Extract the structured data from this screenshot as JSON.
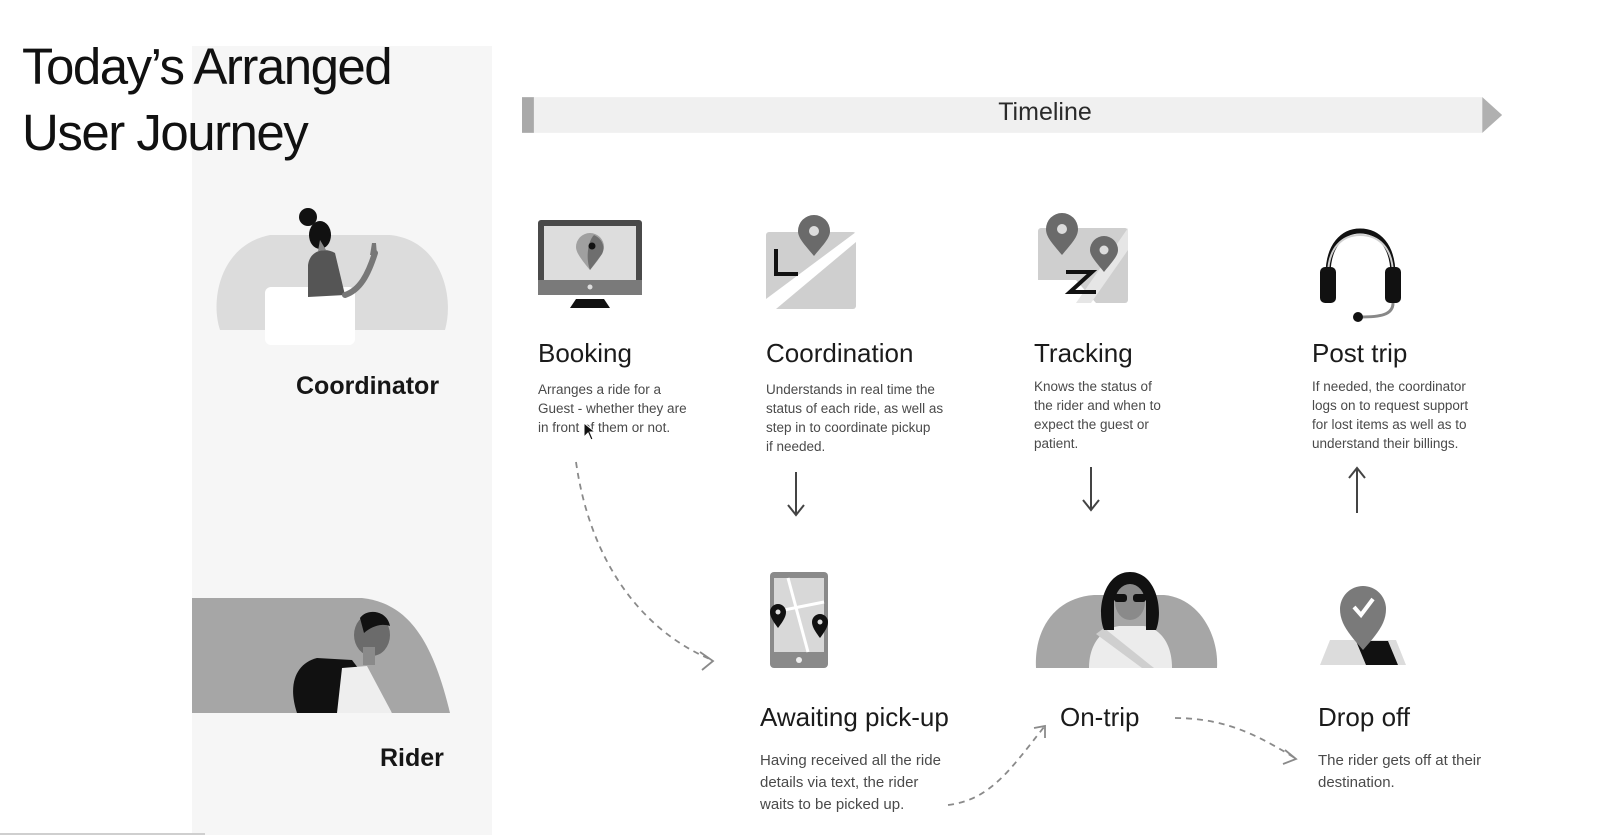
{
  "slide": {
    "title_line1": "Today’s Arranged",
    "title_line2": "User Journey"
  },
  "roles": {
    "coordinator": "Coordinator",
    "rider": "Rider"
  },
  "timeline": {
    "label": "Timeline"
  },
  "steps": {
    "booking": {
      "title": "Booking",
      "desc": [
        "Arranges a ride for a",
        "Guest - whether they are",
        "in front of them or not."
      ]
    },
    "coordination": {
      "title": "Coordination",
      "desc": [
        "Understands in real time the",
        "status of each ride, as well as",
        "step in to coordinate pickup",
        "if needed."
      ]
    },
    "tracking": {
      "title": "Tracking",
      "desc": [
        "Knows the status of",
        "the rider and when to",
        "expect the guest or",
        "patient."
      ]
    },
    "post_trip": {
      "title": "Post trip",
      "desc": [
        "If needed, the coordinator",
        "logs on to request support",
        "for lost items as well as to",
        "understand their billings."
      ]
    },
    "awaiting": {
      "title": "Awaiting pick-up",
      "desc": [
        "Having received all the ride",
        "details via text, the rider",
        "waits to be picked up."
      ]
    },
    "on_trip": {
      "title": "On-trip"
    },
    "drop_off": {
      "title": "Drop off",
      "desc": [
        "The rider gets off at their",
        "destination."
      ]
    }
  },
  "icons": [
    "coordinator-illustration",
    "rider-illustration",
    "monitor-pin-icon",
    "map-pin-icon",
    "map-pins-z-icon",
    "headset-icon",
    "phone-map-icon",
    "rider-car-icon",
    "dropoff-check-pin-icon",
    "mouse-cursor-icon"
  ]
}
